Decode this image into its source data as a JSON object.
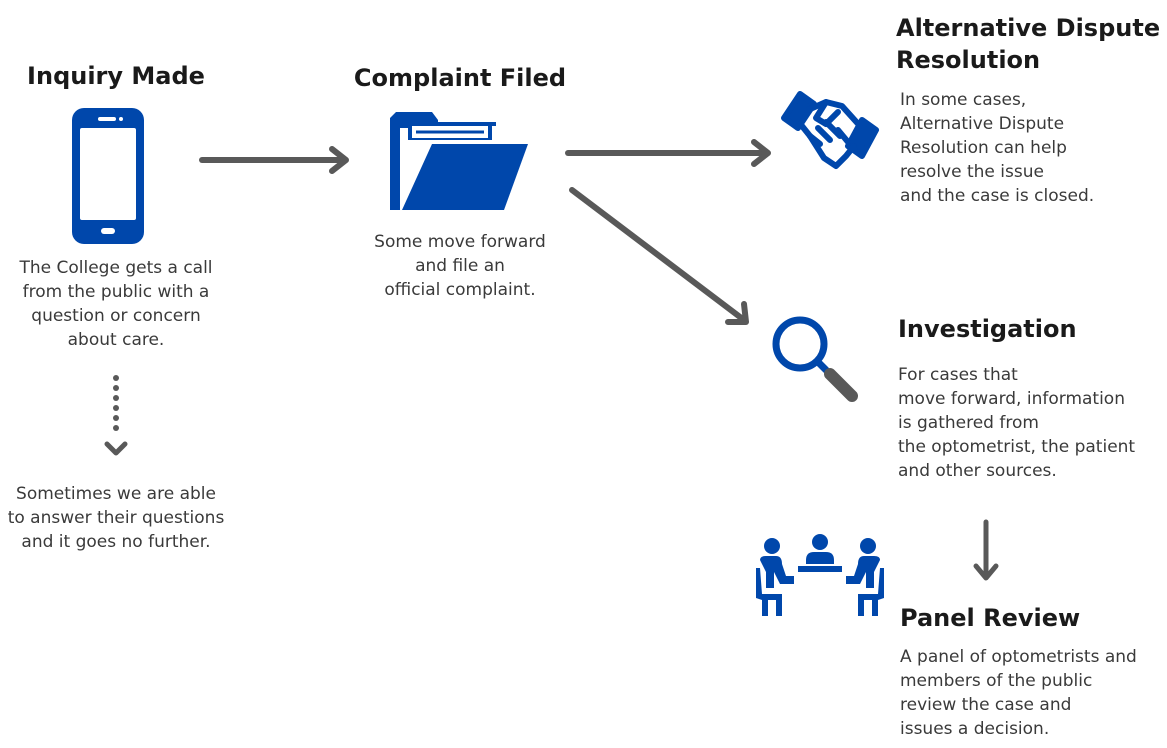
{
  "colors": {
    "accent": "#0047ab",
    "arrow": "#595959",
    "text": "#3a3a3a",
    "heading": "#1a1a1a"
  },
  "inquiry": {
    "title": "Inquiry Made",
    "icon": "phone-icon",
    "text": [
      "The College gets a call",
      "from the public with a",
      "question or concern",
      "about care."
    ],
    "followup": [
      "Sometimes we are able",
      "to answer their questions",
      "and it goes no further."
    ]
  },
  "complaint": {
    "title": "Complaint Filed",
    "icon": "folder-icon",
    "text": [
      "Some move forward",
      "and file an",
      "official complaint."
    ]
  },
  "adr": {
    "title": [
      "Alternative Dispute",
      "Resolution"
    ],
    "icon": "handshake-icon",
    "text": [
      "In some cases,",
      "Alternative Dispute",
      "Resolution can help",
      "resolve the issue",
      "and the case is closed."
    ]
  },
  "investigation": {
    "title": "Investigation",
    "icon": "magnifier-icon",
    "text": [
      "For cases that",
      "move forward, information",
      "is gathered from",
      "the optometrist, the patient",
      "and other sources."
    ]
  },
  "panel": {
    "title": "Panel Review",
    "icon": "meeting-icon",
    "text": [
      "A panel of optometrists and",
      "members of the public",
      "review the case and",
      "issues a decision."
    ]
  }
}
